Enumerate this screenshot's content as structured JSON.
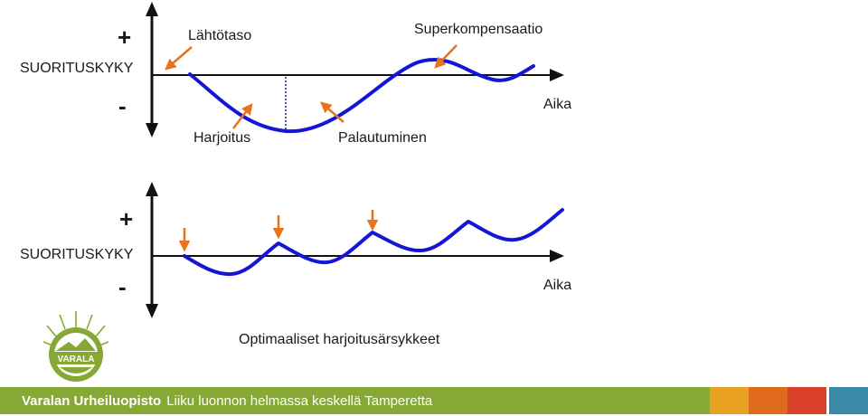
{
  "top": {
    "axis_label": "SUORITUSKYKY",
    "plus": "+",
    "minus": "-",
    "time_label": "Aika",
    "baseline_label": "Lähtötaso",
    "supercomp_label": "Superkompensaatio",
    "training_label": "Harjoitus",
    "recovery_label": "Palautuminen"
  },
  "bottom": {
    "axis_label": "SUORITUSKYKY",
    "plus": "+",
    "minus": "-",
    "time_label": "Aika",
    "caption": "Optimaaliset harjoitusärsykkeet"
  },
  "logo": {
    "text": "VARALA"
  },
  "footer": {
    "brand": "Varalan Urheiluopisto",
    "tagline": "Liiku luonnon helmassa keskellä Tamperetta",
    "colors": [
      "#e8a020",
      "#e06a1c",
      "#d9402a",
      "#d93a3a",
      "#3a89a6"
    ]
  },
  "colors": {
    "curve": "#1515d6",
    "arrow": "#e8731c",
    "axis": "#111111",
    "footer_green": "#86a834"
  }
}
